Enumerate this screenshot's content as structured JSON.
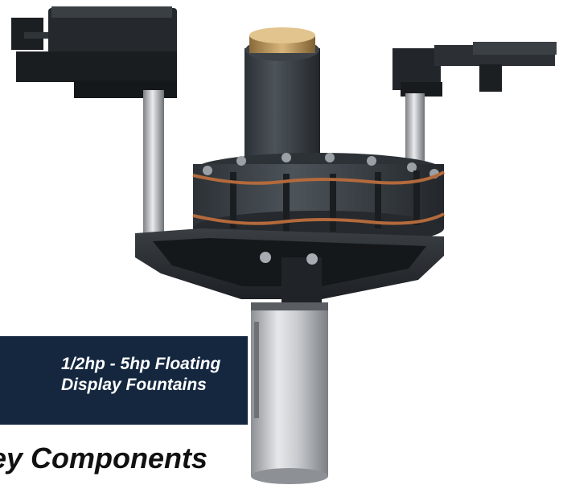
{
  "caption": {
    "line1": "1/2hp - 5hp Floating",
    "line2": "Display Fountains",
    "background": "#14273f"
  },
  "heading": "ey Components",
  "photo": {
    "subject": "fountain-pump-assembly-icon"
  }
}
